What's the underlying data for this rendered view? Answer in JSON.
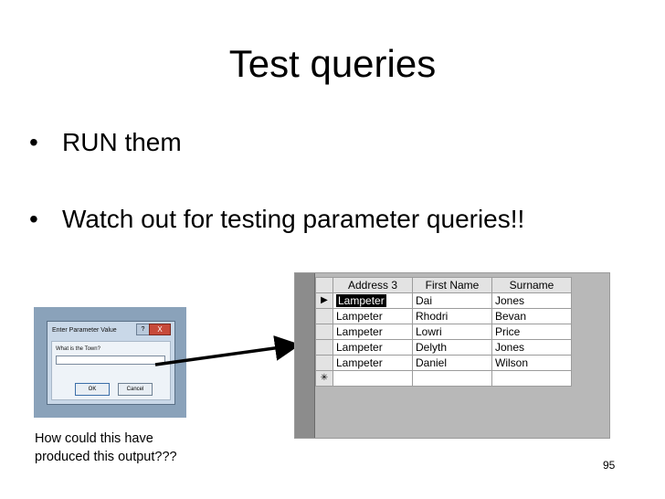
{
  "slide": {
    "title": "Test queries",
    "bullets": [
      "RUN them",
      "Watch out for testing parameter queries!!"
    ],
    "caption_line1": "How could this have",
    "caption_line2": "produced this output???",
    "page_number": "95"
  },
  "dialog": {
    "title": "Enter Parameter Value",
    "help_glyph": "?",
    "close_glyph": "X",
    "prompt": "What is the Town?",
    "input_value": "",
    "ok_label": "OK",
    "cancel_label": "Cancel"
  },
  "datasheet": {
    "columns": [
      "Address 3",
      "First Name",
      "Surname"
    ],
    "current_record_glyph": "▶",
    "new_record_glyph": "✳",
    "rows": [
      [
        "Lampeter",
        "Dai",
        "Jones"
      ],
      [
        "Lampeter",
        "Rhodri",
        "Bevan"
      ],
      [
        "Lampeter",
        "Lowri",
        "Price"
      ],
      [
        "Lampeter",
        "Delyth",
        "Jones"
      ],
      [
        "Lampeter",
        "Daniel",
        "Wilson"
      ]
    ]
  },
  "colors": {
    "dialog_backdrop": "#8aa2ba",
    "close_button": "#c74a3a",
    "sheet_background": "#b8b8b8"
  }
}
